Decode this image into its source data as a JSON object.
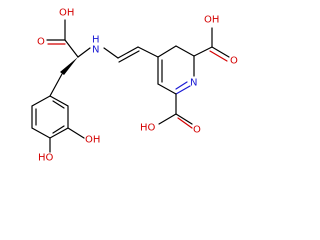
{
  "molecule": {
    "colors": {
      "bond": "#000000",
      "oxygen": "#d40000",
      "nitrogen": "#1a1ad4",
      "background": "#ffffff"
    },
    "atom_labels": {
      "oh_acid_top": "OH",
      "o_acid_top": "O",
      "nh": "H",
      "n_nh": "N",
      "oh_catechol_meta": "OH",
      "ho_catechol_para": "HO",
      "oh_ring_acid_right": "OH",
      "o_ring_acid_right": "O",
      "n_ring": "N",
      "ho_ring_acid_bottom": "HO",
      "o_ring_acid_bottom": "O"
    }
  }
}
